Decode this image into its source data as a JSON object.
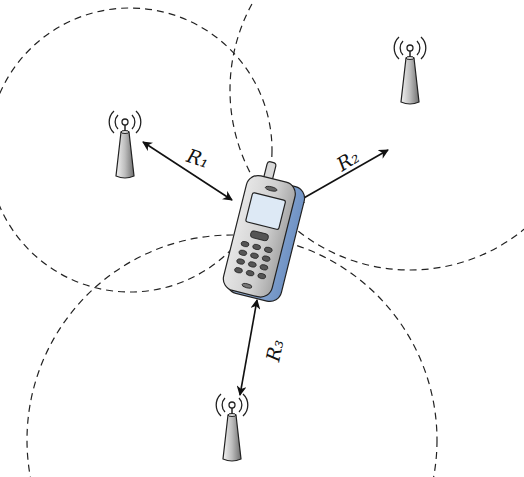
{
  "diagram": {
    "labels": [
      "R₁",
      "R₂",
      "R₃"
    ]
  }
}
